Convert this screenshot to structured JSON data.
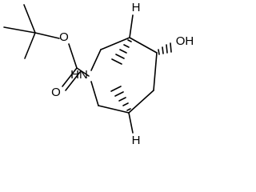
{
  "diagram": {
    "type": "skeletal-formula",
    "atom_labels": {
      "ester_oxygen": "O",
      "carbonyl_oxygen": "O",
      "amine_nitrogen": "HN",
      "hydroxyl": "OH",
      "bridgehead_h_top": "H",
      "bridgehead_h_bottom": "H"
    },
    "colors": {
      "bond": "#000000",
      "label": "#000000",
      "background": "#ffffff"
    }
  }
}
